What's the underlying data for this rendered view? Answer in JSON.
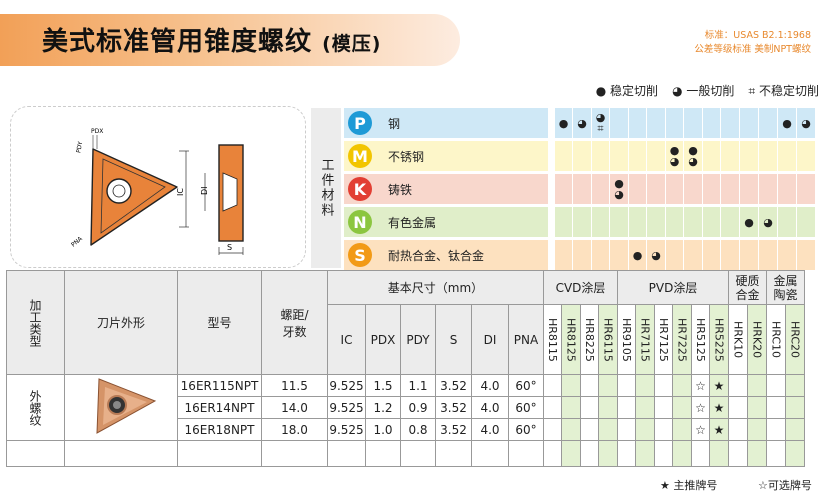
{
  "header": {
    "title": "美式标准管用锥度螺纹",
    "title_suffix": "(模压)",
    "standard": "标准：USAS B2.1:1968",
    "tolerance": "公差等级标准  美制NPT螺纹"
  },
  "legend": [
    {
      "symbol": "●",
      "label": "稳定切削"
    },
    {
      "symbol": "◕",
      "label": "一般切削"
    },
    {
      "symbol": "⌗",
      "label": "不稳定切削"
    }
  ],
  "drawing": {
    "labels": {
      "pdx": "PDX",
      "pdy": "PDY",
      "ic": "IC",
      "di": "DI",
      "s": "S",
      "pna": "PNA"
    }
  },
  "materials": {
    "label": "工件材料",
    "rows": [
      {
        "code": "P",
        "name": "钢",
        "color": "#1e9ad6",
        "bg": "#cfe8f6"
      },
      {
        "code": "M",
        "name": "不锈钢",
        "color": "#f2c500",
        "bg": "#fdf6c9"
      },
      {
        "code": "K",
        "name": "铸铁",
        "color": "#e23f33",
        "bg": "#f8d7cc"
      },
      {
        "code": "N",
        "name": "有色金属",
        "color": "#8cc640",
        "bg": "#e0eec9"
      },
      {
        "code": "S",
        "name": "耐热合金、钛合金",
        "color": "#f29a16",
        "bg": "#fde1bf"
      }
    ]
  },
  "table": {
    "headers": {
      "process": "加工类型",
      "shape": "刀片外形",
      "model": "型号",
      "pitch": "螺距/牙数",
      "basic": "基本尺寸（mm）",
      "dims": [
        "IC",
        "PDX",
        "PDY",
        "S",
        "DI",
        "PNA"
      ],
      "cvd": "CVD涂层",
      "pvd": "PVD涂层",
      "hard": "硬质合金",
      "cer": "金属陶瓷"
    },
    "grades": [
      "HR8115",
      "HR8125",
      "HR8225",
      "HR6115",
      "HR9105",
      "HR7115",
      "HR7125",
      "HR7225",
      "HR5125",
      "HR5225",
      "HRK10",
      "HRK20",
      "HRC10",
      "HRC20"
    ],
    "process_value": "外螺纹",
    "rows": [
      {
        "model": "16ER115NPT",
        "pitch": "11.5",
        "dims": [
          "9.525",
          "1.5",
          "1.1",
          "3.52",
          "4.0",
          "60°"
        ],
        "hr5125": "☆",
        "hr5225": "★"
      },
      {
        "model": "16ER14NPT",
        "pitch": "14.0",
        "dims": [
          "9.525",
          "1.2",
          "0.9",
          "3.52",
          "4.0",
          "60°"
        ],
        "hr5125": "☆",
        "hr5225": "★"
      },
      {
        "model": "16ER18NPT",
        "pitch": "18.0",
        "dims": [
          "9.525",
          "1.0",
          "0.8",
          "3.52",
          "4.0",
          "60°"
        ],
        "hr5125": "☆",
        "hr5225": "★"
      }
    ]
  },
  "material_marks": {
    "P": [
      {
        "col": 0,
        "sym": "●"
      },
      {
        "col": 1,
        "sym": "◕"
      },
      {
        "col": 2,
        "sym": "◕"
      },
      {
        "col": 2,
        "sym": "⌗"
      },
      {
        "col": 12,
        "sym": "●"
      },
      {
        "col": 13,
        "sym": "◕"
      }
    ],
    "M": [
      {
        "col": 6,
        "sym": "●"
      },
      {
        "col": 6,
        "sym": "◕"
      },
      {
        "col": 7,
        "sym": "●"
      },
      {
        "col": 7,
        "sym": "◕"
      }
    ],
    "K": [
      {
        "col": 3,
        "sym": "●"
      },
      {
        "col": 3,
        "sym": "◕"
      }
    ],
    "N": [
      {
        "col": 10,
        "sym": "●"
      },
      {
        "col": 11,
        "sym": "◕"
      }
    ],
    "S": [
      {
        "col": 4,
        "sym": "●"
      },
      {
        "col": 5,
        "sym": "◕"
      }
    ]
  },
  "footer": {
    "main": "★ 主推牌号",
    "optional": "☆可选牌号"
  }
}
